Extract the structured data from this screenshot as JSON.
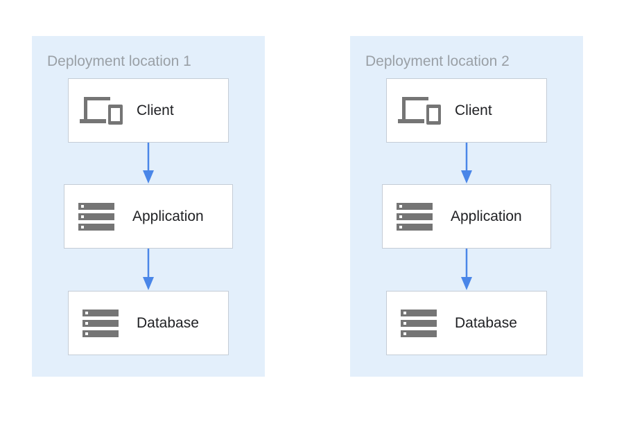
{
  "locations": [
    {
      "title": "Deployment location 1",
      "nodes": {
        "client": {
          "label": "Client",
          "icon": "devices-icon"
        },
        "application": {
          "label": "Application",
          "icon": "server-icon"
        },
        "database": {
          "label": "Database",
          "icon": "database-icon"
        }
      }
    },
    {
      "title": "Deployment location 2",
      "nodes": {
        "client": {
          "label": "Client",
          "icon": "devices-icon"
        },
        "application": {
          "label": "Application",
          "icon": "server-icon"
        },
        "database": {
          "label": "Database",
          "icon": "database-icon"
        }
      }
    }
  ],
  "colors": {
    "region_background": "#e3effb",
    "node_border": "#c4ccd6",
    "arrow": "#4a86e8",
    "icon": "#757575",
    "region_title": "#9aa0a6"
  }
}
